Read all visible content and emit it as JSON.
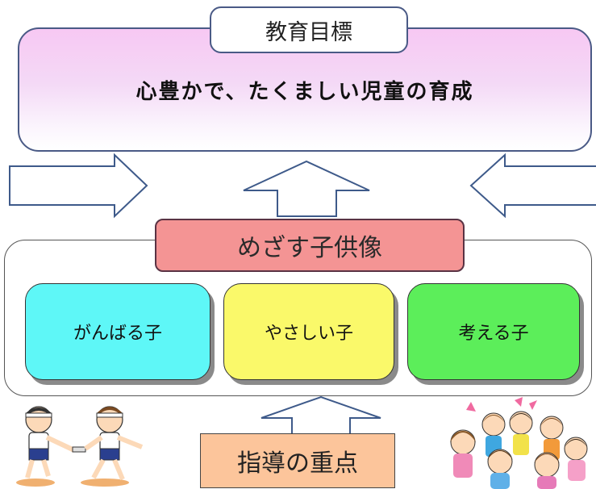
{
  "goal": {
    "label": "教育目標",
    "text": "心豊かで、たくましい児童の育成",
    "fill_top": "#f7c8f3",
    "border": "#4a5a86"
  },
  "ideal": {
    "label": "めざす子供像",
    "label_color": "#f49494",
    "traits": [
      {
        "text": "がんばる子",
        "color": "#5ef7f7"
      },
      {
        "text": "やさしい子",
        "color": "#faf96a"
      },
      {
        "text": "考える子",
        "color": "#5cee5a"
      }
    ]
  },
  "focus": {
    "label": "指導の重点",
    "color": "#fcc59b"
  },
  "illustrations": {
    "left": "children-relay-race-illustration",
    "right": "children-holding-hands-circle-illustration"
  }
}
